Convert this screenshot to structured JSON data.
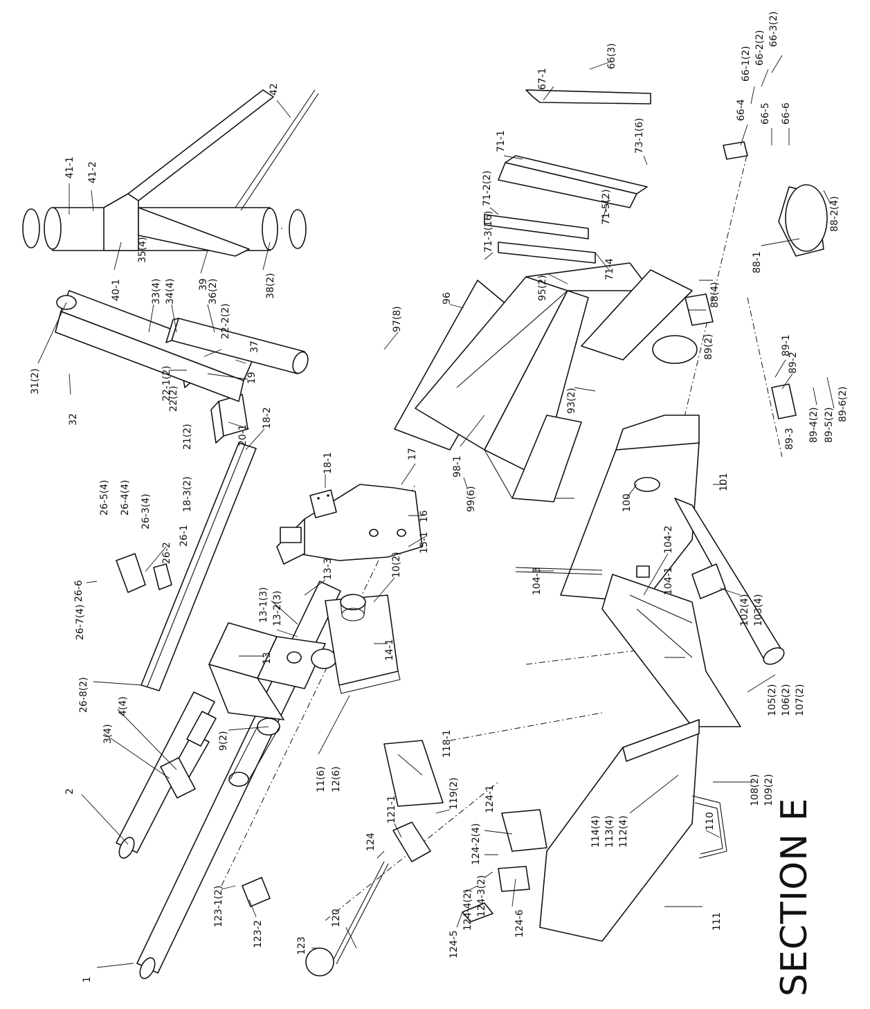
{
  "section_title": "SECTION E",
  "callouts": [
    {
      "id": "c1",
      "text": "1"
    },
    {
      "id": "c2",
      "text": "2"
    },
    {
      "id": "c3",
      "text": "3(4)"
    },
    {
      "id": "c4",
      "text": "4(4)"
    },
    {
      "id": "c9",
      "text": "9(2)"
    },
    {
      "id": "c10",
      "text": "10(2)"
    },
    {
      "id": "c11",
      "text": "11(6)"
    },
    {
      "id": "c12",
      "text": "12(6)"
    },
    {
      "id": "c13",
      "text": "13"
    },
    {
      "id": "c13_1",
      "text": "13-1(3)"
    },
    {
      "id": "c13_2",
      "text": "13-2(3)"
    },
    {
      "id": "c13_3",
      "text": "13-3"
    },
    {
      "id": "c14_1",
      "text": "14-1"
    },
    {
      "id": "c15_1",
      "text": "15-1"
    },
    {
      "id": "c16",
      "text": "16"
    },
    {
      "id": "c17",
      "text": "17"
    },
    {
      "id": "c18_1",
      "text": "18-1"
    },
    {
      "id": "c18_2",
      "text": "18-2"
    },
    {
      "id": "c18_3",
      "text": "18-3(2)"
    },
    {
      "id": "c19",
      "text": "19"
    },
    {
      "id": "c20_1",
      "text": "20-1"
    },
    {
      "id": "c21",
      "text": "21(2)"
    },
    {
      "id": "c22",
      "text": "22(2)"
    },
    {
      "id": "c22_1",
      "text": "22-1(2)"
    },
    {
      "id": "c22_2",
      "text": "22-2(2)"
    },
    {
      "id": "c26_1",
      "text": "26-1"
    },
    {
      "id": "c26_2",
      "text": "26-2"
    },
    {
      "id": "c26_3",
      "text": "26-3(4)"
    },
    {
      "id": "c26_4",
      "text": "26-4(4)"
    },
    {
      "id": "c26_5",
      "text": "26-5(4)"
    },
    {
      "id": "c26_6",
      "text": "26-6"
    },
    {
      "id": "c26_7",
      "text": "26-7(4)"
    },
    {
      "id": "c26_8",
      "text": "26-8(2)"
    },
    {
      "id": "c31",
      "text": "31(2)"
    },
    {
      "id": "c32",
      "text": "32"
    },
    {
      "id": "c33",
      "text": "33(4)"
    },
    {
      "id": "c34",
      "text": "34(4)"
    },
    {
      "id": "c35",
      "text": "35(4)"
    },
    {
      "id": "c36",
      "text": "36(2)"
    },
    {
      "id": "c37",
      "text": "37"
    },
    {
      "id": "c38",
      "text": "38(2)"
    },
    {
      "id": "c39",
      "text": "39"
    },
    {
      "id": "c40_1",
      "text": "40-1"
    },
    {
      "id": "c41_1",
      "text": "41-1"
    },
    {
      "id": "c41_2",
      "text": "41-2"
    },
    {
      "id": "c42",
      "text": "42"
    },
    {
      "id": "c66",
      "text": "66(3)"
    },
    {
      "id": "c66_1",
      "text": "66-1(2)"
    },
    {
      "id": "c66_2",
      "text": "66-2(2)"
    },
    {
      "id": "c66_3",
      "text": "66-3(2)"
    },
    {
      "id": "c66_4",
      "text": "66-4"
    },
    {
      "id": "c66_5",
      "text": "66-5"
    },
    {
      "id": "c66_6",
      "text": "66-6"
    },
    {
      "id": "c67_1",
      "text": "67-1"
    },
    {
      "id": "c71_1",
      "text": "71-1"
    },
    {
      "id": "c71_2",
      "text": "71-2(2)"
    },
    {
      "id": "c71_3",
      "text": "71-3(16)"
    },
    {
      "id": "c71_4",
      "text": "71-4"
    },
    {
      "id": "c71_5",
      "text": "71-5(2)"
    },
    {
      "id": "c73_1",
      "text": "73-1(6)"
    },
    {
      "id": "c88_1",
      "text": "88-1"
    },
    {
      "id": "c88_2",
      "text": "88-2(4)"
    },
    {
      "id": "c88",
      "text": "88(4)"
    },
    {
      "id": "c89",
      "text": "89(2)"
    },
    {
      "id": "c89_1",
      "text": "89-1"
    },
    {
      "id": "c89_2",
      "text": "89-2"
    },
    {
      "id": "c89_3",
      "text": "89-3"
    },
    {
      "id": "c89_4",
      "text": "89-4(2)"
    },
    {
      "id": "c89_5",
      "text": "89-5(2)"
    },
    {
      "id": "c89_6",
      "text": "89-6(2)"
    },
    {
      "id": "c93",
      "text": "93(2)"
    },
    {
      "id": "c95",
      "text": "95(2)"
    },
    {
      "id": "c96",
      "text": "96"
    },
    {
      "id": "c97",
      "text": "97(8)"
    },
    {
      "id": "c98_1",
      "text": "98-1"
    },
    {
      "id": "c99",
      "text": "99(6)"
    },
    {
      "id": "c100",
      "text": "100"
    },
    {
      "id": "c101",
      "text": "101"
    },
    {
      "id": "c102",
      "text": "102(4)"
    },
    {
      "id": "c103",
      "text": "103(4)"
    },
    {
      "id": "c104_1",
      "text": "104-1"
    },
    {
      "id": "c104_2",
      "text": "104-2"
    },
    {
      "id": "c104_3",
      "text": "104-3"
    },
    {
      "id": "c105",
      "text": "105(2)"
    },
    {
      "id": "c106",
      "text": "106(2)"
    },
    {
      "id": "c107",
      "text": "107(2)"
    },
    {
      "id": "c108",
      "text": "108(2)"
    },
    {
      "id": "c109",
      "text": "109(2)"
    },
    {
      "id": "c110",
      "text": "110"
    },
    {
      "id": "c111",
      "text": "111"
    },
    {
      "id": "c112",
      "text": "112(4)"
    },
    {
      "id": "c113",
      "text": "113(4)"
    },
    {
      "id": "c114",
      "text": "114(4)"
    },
    {
      "id": "c118_1",
      "text": "118-1"
    },
    {
      "id": "c119",
      "text": "119(2)"
    },
    {
      "id": "c120",
      "text": "120"
    },
    {
      "id": "c121_1",
      "text": "121-1"
    },
    {
      "id": "c123",
      "text": "123"
    },
    {
      "id": "c123_1",
      "text": "123-1(2)"
    },
    {
      "id": "c123_2",
      "text": "123-2"
    },
    {
      "id": "c124",
      "text": "124"
    },
    {
      "id": "c124_1",
      "text": "124-1"
    },
    {
      "id": "c124_2",
      "text": "124-2(4)"
    },
    {
      "id": "c124_3",
      "text": "124-3(2)"
    },
    {
      "id": "c124_4",
      "text": "124-4(2)"
    },
    {
      "id": "c124_5",
      "text": "124-5"
    },
    {
      "id": "c124_6",
      "text": "124-6"
    }
  ]
}
